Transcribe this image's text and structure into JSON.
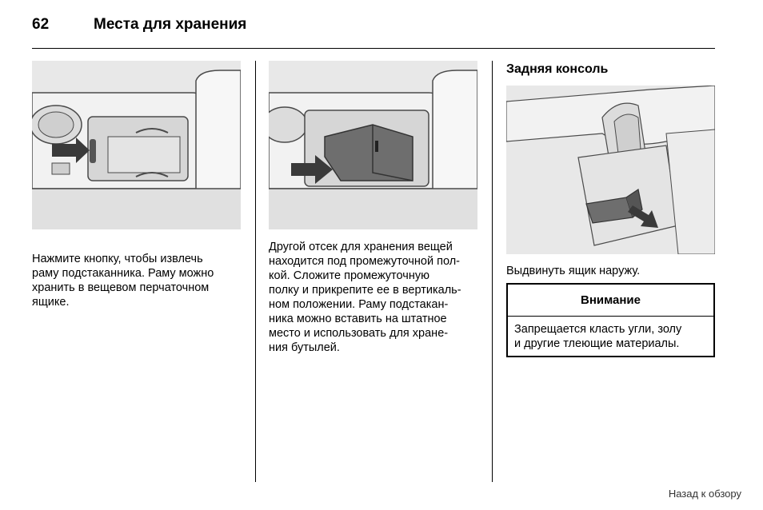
{
  "header": {
    "page_number": "62",
    "title": "Места для хранения"
  },
  "column1": {
    "text": "Нажмите кнопку, чтобы извлечь\nраму подстаканника. Раму можно\nхранить в вещевом перчаточном\nящике."
  },
  "column2": {
    "text": "Другой отсек для хранения вещей\nнаходится под промежуточной пол-\nкой. Сложите промежуточную\nполку и прикрепите ее в вертикаль-\nном положении. Раму подстакан-\nника можно вставить на штатное\nместо и использовать для хране-\nния бутылей."
  },
  "column3": {
    "heading": "Задняя консоль",
    "text": "Выдвинуть ящик наружу.",
    "warning": {
      "title": "Внимание",
      "text": "Запрещается класть угли, золу\nи другие тлеющие материалы."
    }
  },
  "footer": {
    "back_link": "Назад к обзору"
  },
  "colors": {
    "text": "#000000",
    "photo_background": "#e6e6e6",
    "photo_lines": "#4a4a4a",
    "arrow_fill": "#3a3a3a"
  }
}
